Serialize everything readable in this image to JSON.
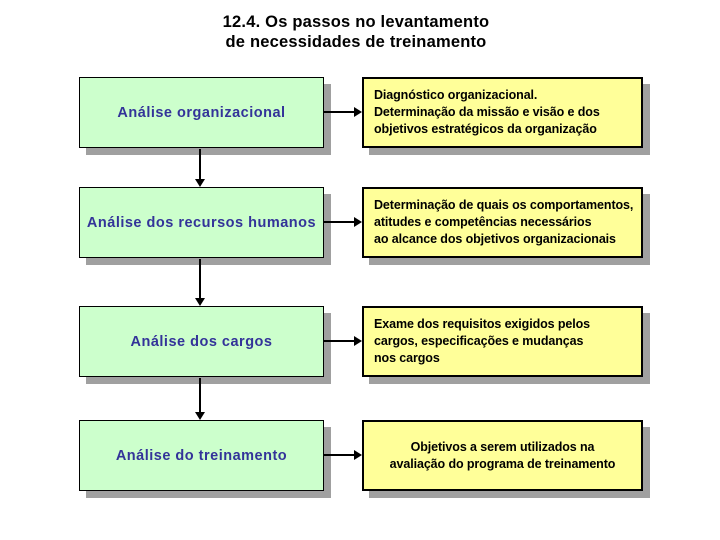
{
  "slide": {
    "title_line1": "12.4. Os passos no levantamento",
    "title_line2": "de necessidades de treinamento"
  },
  "colors": {
    "left_box_fill": "#ccffcc",
    "right_box_fill": "#ffff99",
    "left_box_text": "#333399",
    "right_box_text": "#000000",
    "box_border": "#000000",
    "shadow": "#a0a0a0",
    "arrow": "#000000",
    "background": "#ffffff"
  },
  "flow": {
    "rows": [
      {
        "left_label": "Análise organizacional",
        "right_text": "Diagnóstico organizacional.\nDeterminação da missão e visão e dos\nobjetivos estratégicos da organização"
      },
      {
        "left_label": "Análise dos recursos humanos",
        "right_text": "Determinação de quais os comportamentos,\natitudes e competências necessários\nao alcance dos objetivos organizacionais"
      },
      {
        "left_label": "Análise dos cargos",
        "right_text": "Exame dos requisitos exigidos pelos\ncargos, especificações e mudanças\nnos cargos"
      },
      {
        "left_label": "Análise do treinamento",
        "right_text": "Objetivos a serem utilizados na\navaliação do programa de treinamento"
      }
    ]
  }
}
